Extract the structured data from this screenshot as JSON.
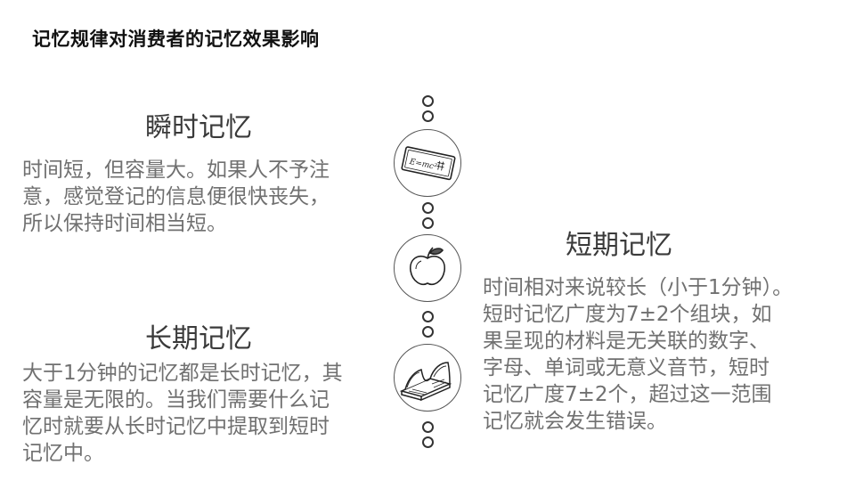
{
  "title": "记忆规律对消费者的记忆效果影响",
  "sections": {
    "instant": {
      "heading": "瞬时记忆",
      "lines": [
        "时间短，但容量大。如果人不予注",
        "意，感觉登记的信息便很快丧失，",
        "所以保持时间相当短。"
      ]
    },
    "long": {
      "heading": "长期记忆",
      "lines": [
        "大于1分钟的记忆都是长时记忆，其",
        "容量是无限的。当我们需要什么记",
        "忆时就要从长时记忆中提取到短时",
        "记忆中。"
      ]
    },
    "short": {
      "heading": "短期记忆",
      "lines": [
        "时间相对来说较长（小于1分钟）。",
        "短时记忆广度为7±2个组块，如",
        "果呈现的材料是无关联的数字、",
        "字母、单词或无意义音节，短时",
        "记忆广度7±2个，超过这一范围",
        "记忆就会发生错误。"
      ]
    }
  },
  "icons": {
    "blackboard": "blackboard-icon",
    "apple": "apple-icon",
    "book": "book-icon"
  },
  "blackboard_text": "E=mc²"
}
